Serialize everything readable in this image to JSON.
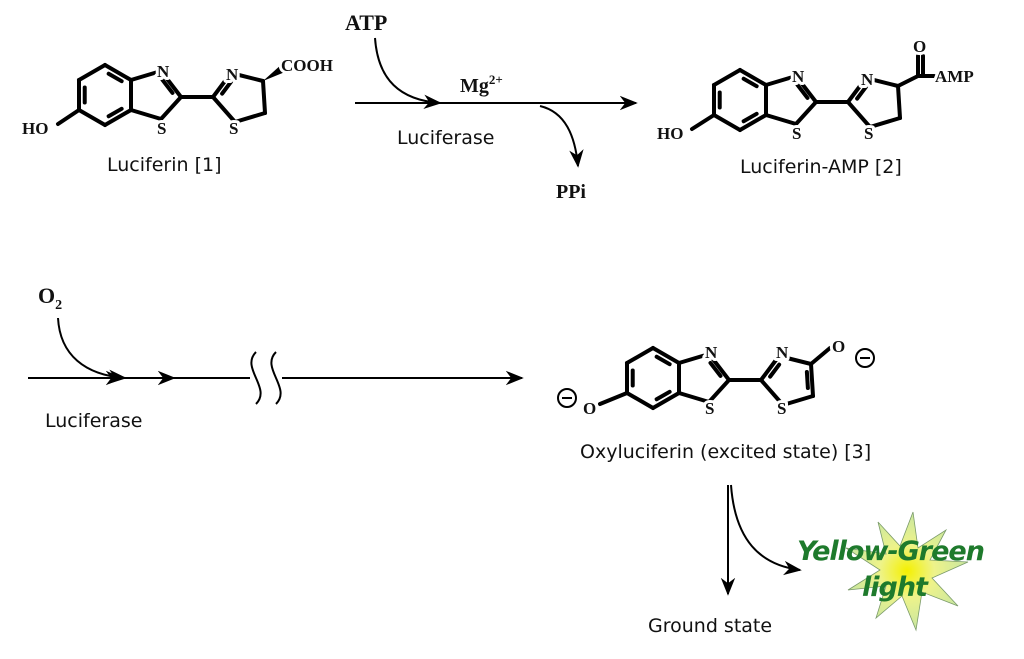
{
  "molecules": [
    {
      "name": "Luciferin [1]",
      "label": "Luciferin [1]",
      "atoms": {
        "N1": "N",
        "S1": "S",
        "N2": "N",
        "S2": "S",
        "left": "HO",
        "right": "COOH"
      }
    },
    {
      "name": "Luciferin-AMP [2]",
      "label": "Luciferin-AMP [2]",
      "atoms": {
        "N1": "N",
        "S1": "S",
        "N2": "N",
        "S2": "S",
        "left": "HO",
        "O": "O",
        "right": "AMP"
      }
    },
    {
      "name": "Oxyluciferin (excited state) [3]",
      "label": "Oxyluciferin (excited state) [3]",
      "atoms": {
        "N1": "N",
        "S1": "S",
        "N2": "N",
        "S2": "S",
        "left": "O",
        "right": "O",
        "charge": "−"
      }
    }
  ],
  "step1": {
    "reagent_in": "ATP",
    "cofactor": "Mg",
    "cofactor_charge": "2+",
    "enzyme": "Luciferase",
    "byproduct": "PPi"
  },
  "step2": {
    "reagent_in": "O",
    "reagent_sub": "2",
    "enzyme": "Luciferase"
  },
  "emission": {
    "light_line1": "Yellow-Green",
    "light_line2": "light",
    "ground": "Ground state",
    "light_color": "#1e7a2c",
    "burst_color": "#c8e6a0",
    "glow_color": "#f4f000"
  }
}
